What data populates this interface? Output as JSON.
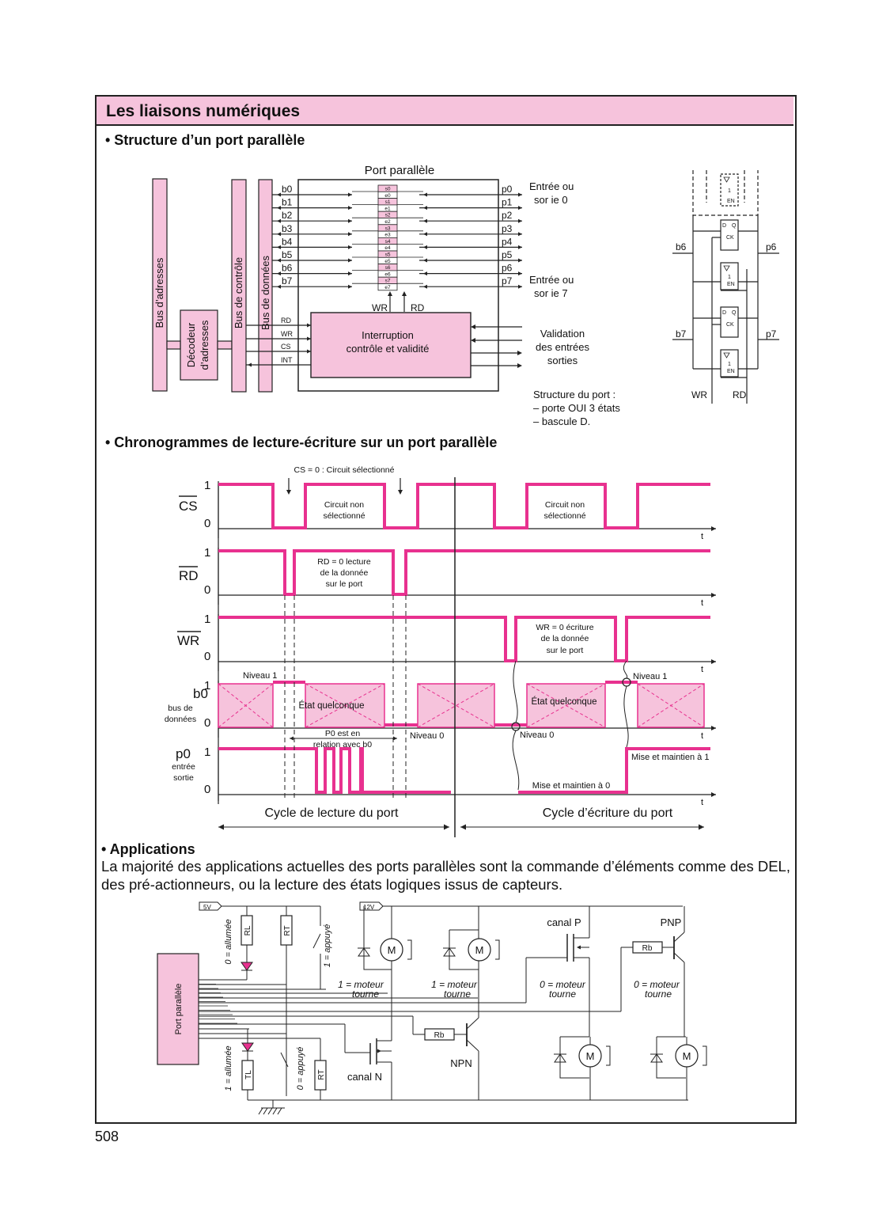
{
  "title": "Les liaisons numériques",
  "sections": {
    "structure": "• Structure d’un port parallèle",
    "chrono": "• Chronogrammes de lecture-écriture sur un port parallèle",
    "applications": "• Applications"
  },
  "applications_text": "La majorité des applications actuelles des ports parallèles sont la commande d’éléments comme des DEL, des pré-actionneurs, ou la lecture des états logiques issus de capteurs.",
  "page_number": "508",
  "colors": {
    "accent": "#e8318f",
    "fill": "#f6c3dc",
    "ink": "#222222"
  },
  "port": {
    "title": "Port parallèle",
    "buses": {
      "adresses": "Bus d’adresses",
      "decodeur_1": "Décodeur",
      "decodeur_2": "d’adresses",
      "controle": "Bus de contrôle",
      "donnees": "Bus de données"
    },
    "bits_in": [
      "b0",
      "b1",
      "b2",
      "b3",
      "b4",
      "b5",
      "b6",
      "b7"
    ],
    "bits_out": [
      "p0",
      "p1",
      "p2",
      "p3",
      "p4",
      "p5",
      "p6",
      "p7"
    ],
    "cells": [
      "s0",
      "e0",
      "s1",
      "e1",
      "s2",
      "e2",
      "s3",
      "e3",
      "s4",
      "e4",
      "s5",
      "e5",
      "s6",
      "e6",
      "s7",
      "e7"
    ],
    "entree0": [
      "Entrée ou",
      "sor ie 0"
    ],
    "entree7": [
      "Entrée ou",
      "sor ie 7"
    ],
    "wr": "WR",
    "rd": "RD",
    "ctrl_lines": [
      "RD",
      "WR",
      "CS",
      "INT"
    ],
    "box": [
      "Interruption",
      "contrôle et validité"
    ],
    "validation": [
      "Validation",
      "des entrées",
      "sorties"
    ],
    "structure_note": [
      "Structure du port :",
      "– porte OUI 3 états",
      "– bascule D."
    ],
    "mini": {
      "b6": "b6",
      "p6": "p6",
      "b7": "b7",
      "p7": "p7",
      "wr": "WR",
      "rd": "RD",
      "one": "1",
      "en": "EN",
      "d": "D",
      "q": "Q",
      "ck": "CK"
    }
  },
  "chrono": {
    "one": "1",
    "zero": "0",
    "t": "t",
    "cs": "CS",
    "rd": "RD",
    "wr": "WR",
    "b0": "b0",
    "b0_sub": [
      "bus de",
      "données"
    ],
    "p0": "p0",
    "p0_sub": [
      "entrée",
      "sortie"
    ],
    "cs_note": "CS = 0 : Circuit sélectionné",
    "cs_nonsel": [
      "Circuit non",
      "sélectionné"
    ],
    "rd_note": [
      "RD = 0 lecture",
      "de la donnée",
      "sur le port"
    ],
    "wr_note": [
      "WR = 0 écriture",
      "de la donnée",
      "sur le port"
    ],
    "niveau1": "Niveau 1",
    "niveau0": "Niveau 0",
    "etat": "État quelconque",
    "p0_relation": [
      "P0 est en",
      "relation avec b0"
    ],
    "mise1": "Mise et maintien à 1",
    "mise0": "Mise et maintien à 0",
    "cycle_lecture": "Cycle de lecture du port",
    "cycle_ecriture": "Cycle d’écriture du port"
  },
  "apps": {
    "v5": "5V",
    "v12": "12V",
    "port": "Port parallèle",
    "rl": "RL",
    "rt": "RT",
    "tl": "TL",
    "rb": "Rb",
    "m": "M",
    "allumee0": "0 = allumée",
    "allumee1": "1 = allumée",
    "appuye1": "1 = appuyé",
    "appuye0": "0 = appuyé",
    "moteur1": [
      "1 = moteur",
      "tourne"
    ],
    "moteur0": [
      "0 = moteur",
      "tourne"
    ],
    "canalP": "canal P",
    "canalN": "canal N",
    "pnp": "PNP",
    "npn": "NPN"
  }
}
